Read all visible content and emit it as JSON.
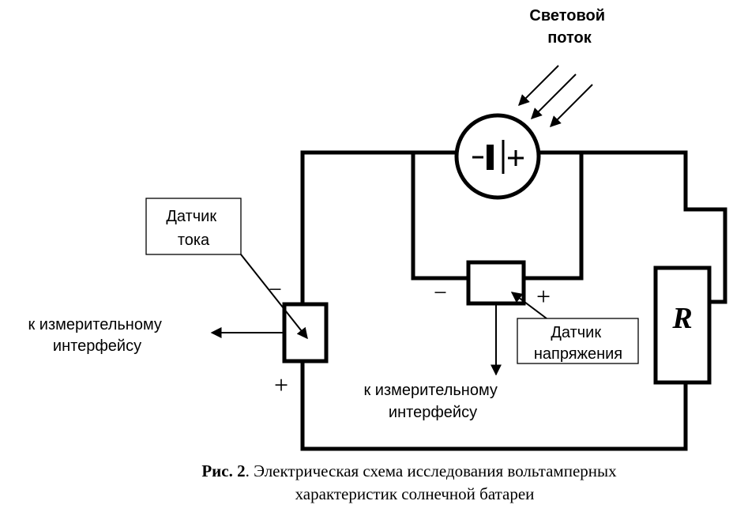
{
  "light_label": [
    "Световой",
    "поток"
  ],
  "current_sensor_label": [
    "Датчик",
    "тока"
  ],
  "voltage_sensor_label": [
    "Датчик",
    "напряжения"
  ],
  "interface_left": [
    "к измерительному",
    "интерфейсу"
  ],
  "interface_bottom": [
    "к измерительному",
    "интерфейсу"
  ],
  "resistor_label": "R",
  "signs": {
    "minus": "−",
    "plus": "+"
  },
  "caption": {
    "figure": "Рис. 2",
    "line1_rest": ". Электрическая схема исследования вольтамперных",
    "line2": "характеристик солнечной батареи"
  }
}
